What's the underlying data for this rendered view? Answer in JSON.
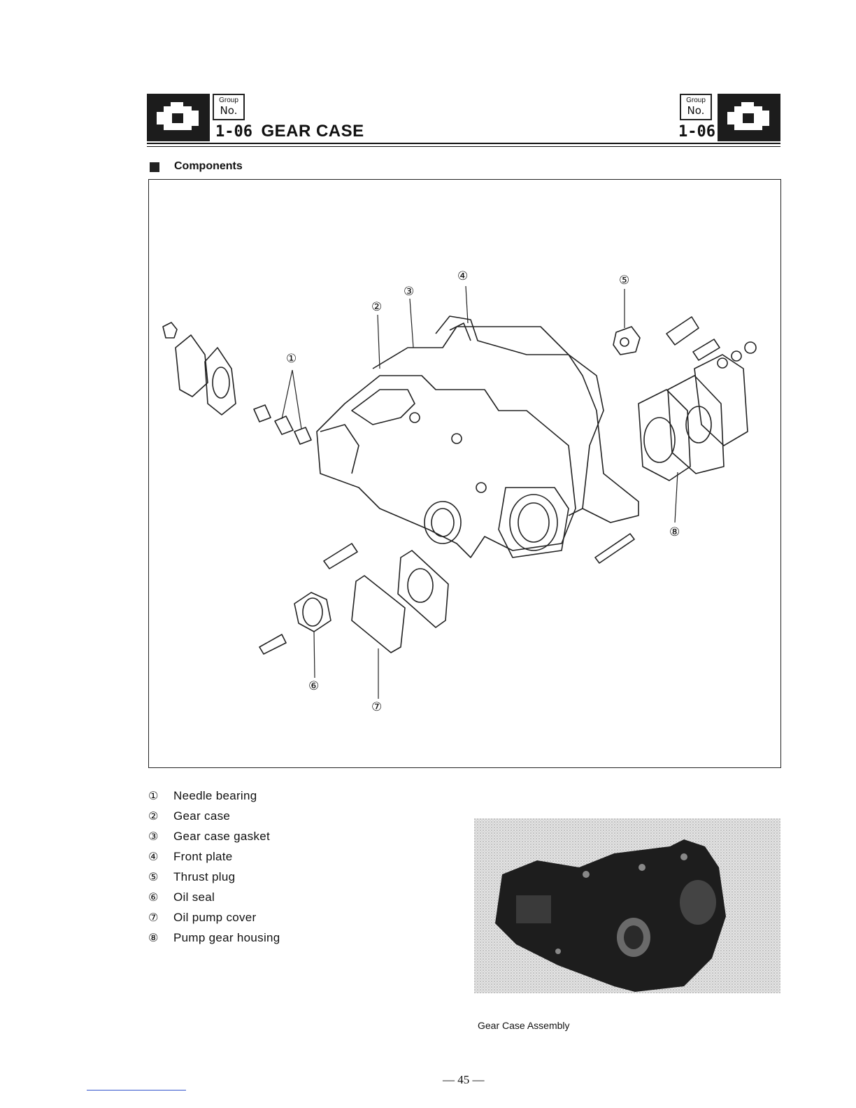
{
  "header": {
    "group_label": "Group",
    "no_label": "No.",
    "section_code": "1-06",
    "section_title": "GEAR CASE",
    "right_code": "1-06"
  },
  "components_heading": "Components",
  "callouts": [
    "①",
    "②",
    "③",
    "④",
    "⑤",
    "⑥",
    "⑦",
    "⑧"
  ],
  "legend": [
    {
      "num": "①",
      "label": "Needle bearing"
    },
    {
      "num": "②",
      "label": "Gear case"
    },
    {
      "num": "③",
      "label": "Gear case gasket"
    },
    {
      "num": "④",
      "label": "Front plate"
    },
    {
      "num": "⑤",
      "label": "Thrust plug"
    },
    {
      "num": "⑥",
      "label": "Oil seal"
    },
    {
      "num": "⑦",
      "label": "Oil pump cover"
    },
    {
      "num": "⑧",
      "label": "Pump gear housing"
    }
  ],
  "photo_caption": "Gear Case Assembly",
  "page_number": "— 45 —"
}
